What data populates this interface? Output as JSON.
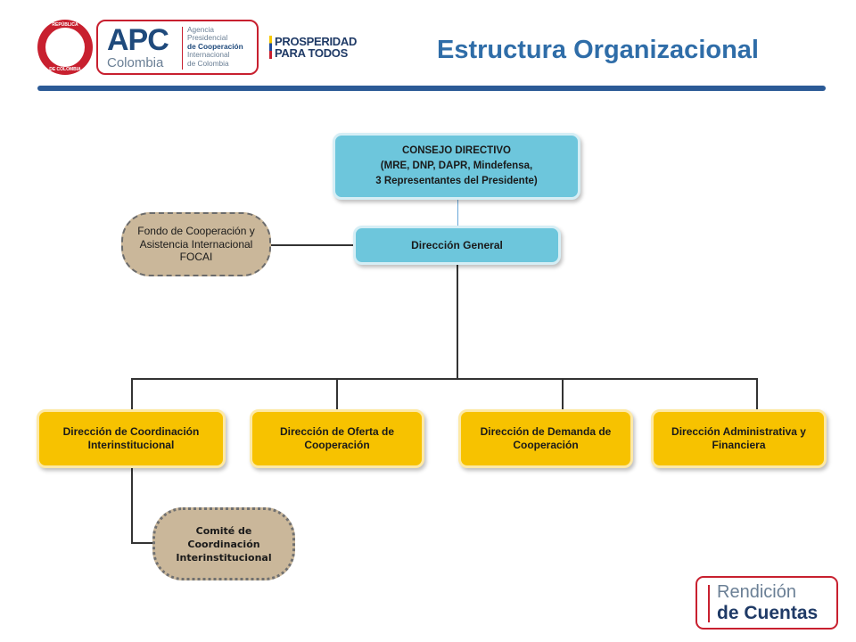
{
  "header": {
    "seal_text_top": "REPÚBLICA",
    "seal_text_bottom": "DE COLOMBIA",
    "apc_big": "APC",
    "apc_small": "Colombia",
    "apc_desc_lines": [
      "Agencia",
      "Presidencial",
      "de Cooperación",
      "Internacional",
      "de Colombia"
    ],
    "prosperidad_line1": "PROSPERIDAD",
    "prosperidad_line2": "PARA TODOS",
    "title": "Estructura Organizacional"
  },
  "org": {
    "consejo": {
      "line1": "CONSEJO DIRECTIVO",
      "line2": "(MRE, DNP, DAPR, Mindefensa,",
      "line3": "3 Representantes del Presidente)"
    },
    "direccion_general": "Dirección General",
    "fondo": {
      "line1": "Fondo de Cooperación y",
      "line2": "Asistencia Internacional",
      "line3": "FOCAI"
    },
    "direcciones": [
      {
        "line1": "Dirección de Coordinación",
        "line2": "Interinstitucional"
      },
      {
        "line1": "Dirección de Oferta de",
        "line2": "Cooperación"
      },
      {
        "line1": "Dirección de Demanda de",
        "line2": "Cooperación"
      },
      {
        "line1": "Dirección Administrativa y",
        "line2": "Financiera"
      }
    ],
    "comite": {
      "line1": "Comité de",
      "line2": "Coordinación",
      "line3": "Interinstitucional"
    }
  },
  "footer": {
    "rendicion": "Rendición",
    "de_cuentas": "de Cuentas"
  },
  "colors": {
    "blue_box": "#6dc6dc",
    "yellow_box": "#f7c200",
    "tan_box": "#cab79a",
    "title": "#2f6da8",
    "rule": "#2b5a96",
    "brand_red": "#c8202f"
  }
}
